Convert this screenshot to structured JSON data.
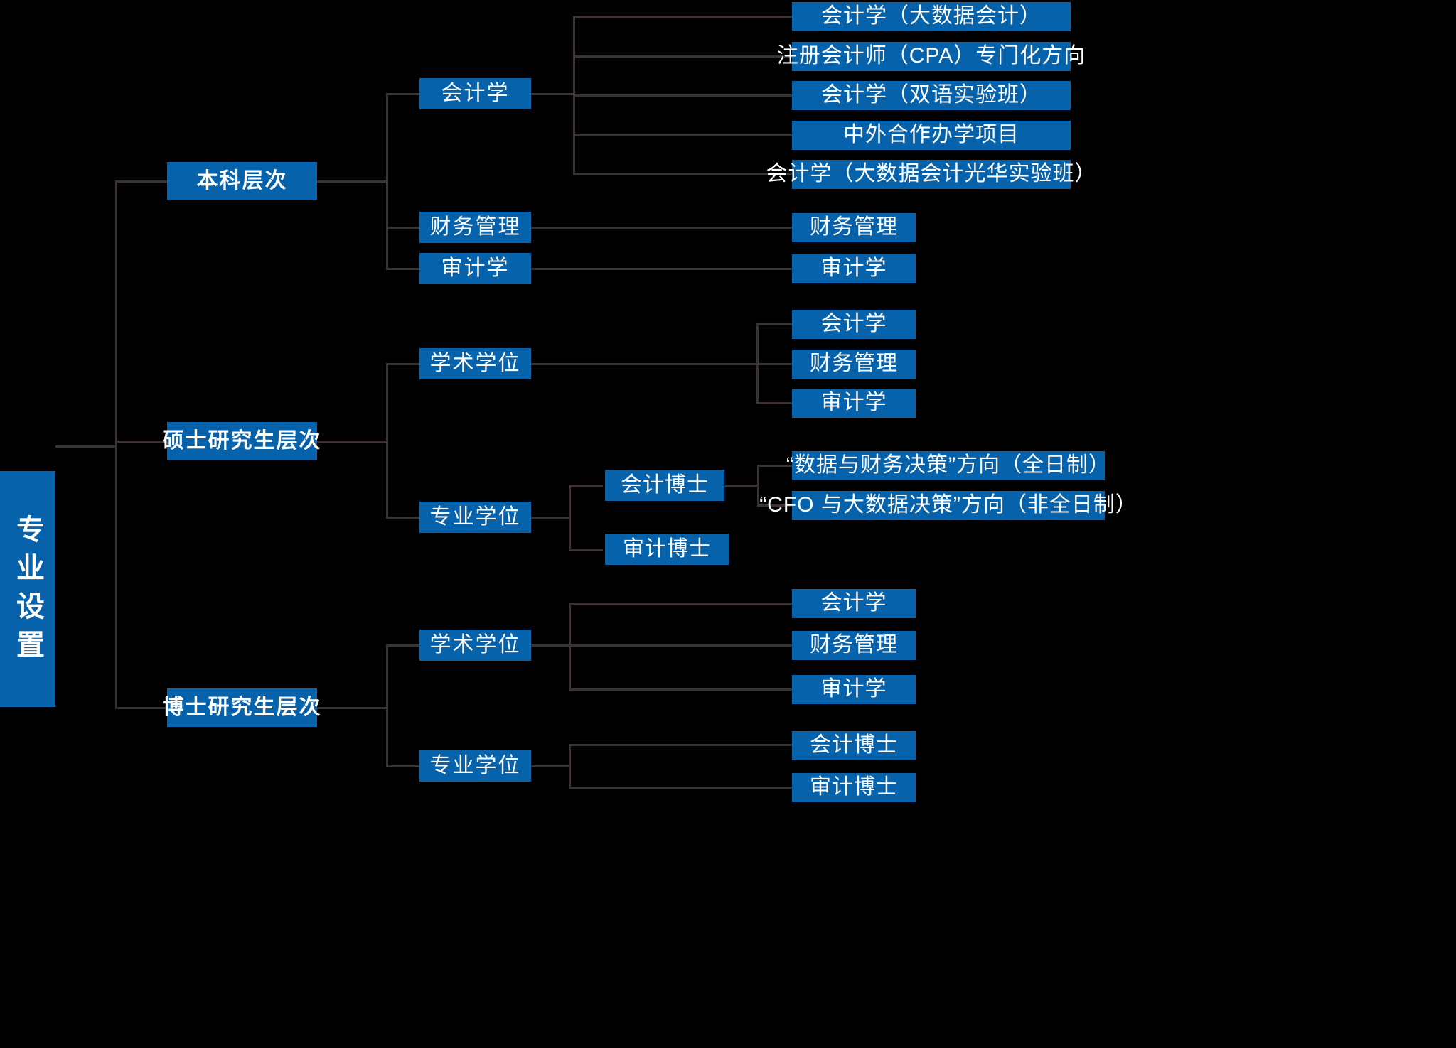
{
  "diagram": {
    "title": "专业设置",
    "type": "organizational-tree",
    "orientation": "left-to-right",
    "colors": {
      "node_fill": "#0762ac",
      "node_text": "#ffffff",
      "connector": "#3b3331",
      "background": "#000000"
    },
    "root": {
      "label": "专业设置",
      "orientation": "vertical"
    },
    "levels": [
      {
        "id": "undergraduate",
        "label": "本科层次",
        "children": [
          {
            "id": "ug-accounting",
            "label": "会计学",
            "children": [
              {
                "id": "ug-acc-bigdata",
                "label": "会计学（大数据会计）"
              },
              {
                "id": "ug-acc-cpa",
                "label": "注册会计师（CPA）专门化方向"
              },
              {
                "id": "ug-acc-bilingual",
                "label": "会计学（双语实验班）"
              },
              {
                "id": "ug-acc-joint",
                "label": "中外合作办学项目"
              },
              {
                "id": "ug-acc-guanghua",
                "label": "会计学（大数据会计光华实验班）"
              }
            ]
          },
          {
            "id": "ug-finmgmt",
            "label": "财务管理",
            "children": [
              {
                "id": "ug-finmgmt-leaf",
                "label": "财务管理"
              }
            ]
          },
          {
            "id": "ug-audit",
            "label": "审计学",
            "children": [
              {
                "id": "ug-audit-leaf",
                "label": "审计学"
              }
            ]
          }
        ]
      },
      {
        "id": "masters",
        "label": "硕士研究生层次",
        "children": [
          {
            "id": "ms-academic",
            "label": "学术学位",
            "children": [
              {
                "id": "ms-acad-accounting",
                "label": "会计学"
              },
              {
                "id": "ms-acad-finmgmt",
                "label": "财务管理"
              },
              {
                "id": "ms-acad-audit",
                "label": "审计学"
              }
            ]
          },
          {
            "id": "ms-professional",
            "label": "专业学位",
            "children": [
              {
                "id": "ms-prof-macc",
                "label": "会计博士",
                "children": [
                  {
                    "id": "ms-prof-macc-dir1",
                    "label": "“数据与财务决策”方向（全日制）"
                  },
                  {
                    "id": "ms-prof-macc-dir2",
                    "label": "“CFO 与大数据决策”方向（非全日制）"
                  }
                ]
              },
              {
                "id": "ms-prof-maud",
                "label": "审计博士",
                "children": []
              }
            ]
          }
        ]
      },
      {
        "id": "doctorate",
        "label": "博士研究生层次",
        "children": [
          {
            "id": "phd-academic",
            "label": "学术学位",
            "children": [
              {
                "id": "phd-acad-accounting",
                "label": "会计学"
              },
              {
                "id": "phd-acad-finmgmt",
                "label": "财务管理"
              },
              {
                "id": "phd-acad-audit",
                "label": "审计学"
              }
            ]
          },
          {
            "id": "phd-professional",
            "label": "专业学位",
            "children": [
              {
                "id": "phd-prof-macc",
                "label": "会计博士"
              },
              {
                "id": "phd-prof-maud",
                "label": "审计博士"
              }
            ]
          }
        ]
      }
    ]
  }
}
